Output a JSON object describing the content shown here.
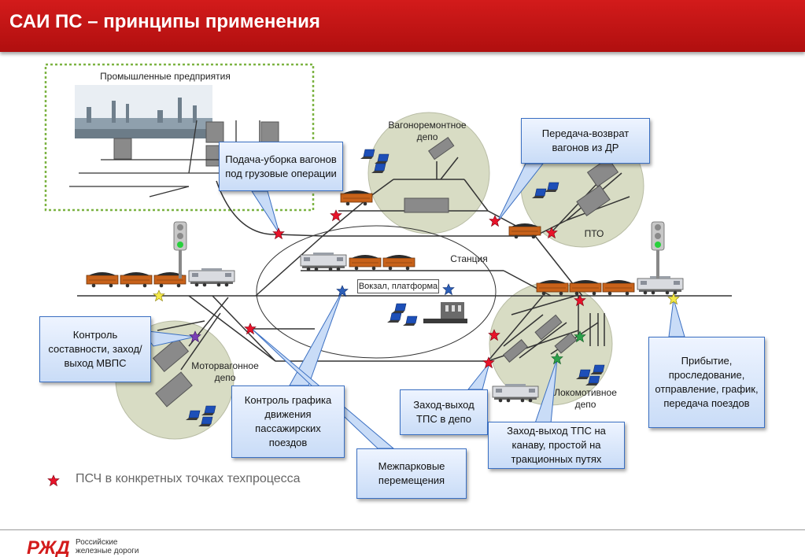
{
  "header": {
    "title": "САИ ПС – принципы применения"
  },
  "labels": {
    "industry": "Промышленные предприятия",
    "wagon_depot": "Вагоноремонтное депо",
    "pto": "ПТО",
    "station": "Станция",
    "vokzal": "Вокзал, платформа",
    "motor_depot": "Моторвагонное депо",
    "loco_depot": "Локомотивное депо"
  },
  "callouts": {
    "podacha": "Подача-уборка вагонов под грузовые операции",
    "peredacha": "Передача-возврат вагонов из ДР",
    "kontrol_sostav": "Контроль составности, заход/выход МВПС",
    "kontrol_grafika": "Контроль графика движения пассажирских поездов",
    "mezhpark": "Межпарковые перемещения",
    "zahod_depo": "Заход-выход ТПС в депо",
    "zahod_kanava": "Заход-выход ТПС на канаву, простой на тракционных путях",
    "pribytie": "Прибытие, проследование, отправление, график, передача поездов"
  },
  "legend": {
    "text": "ПСЧ в конкретных точках техпроцесса",
    "marker_color": "#e8132a"
  },
  "logo": {
    "line1": "Российские",
    "line2": "железные дороги"
  },
  "colors": {
    "header": "#c41414",
    "wagon": "#c8621a",
    "callout_border": "#3a6fc2",
    "depot_circle": "#d8dcc4"
  }
}
